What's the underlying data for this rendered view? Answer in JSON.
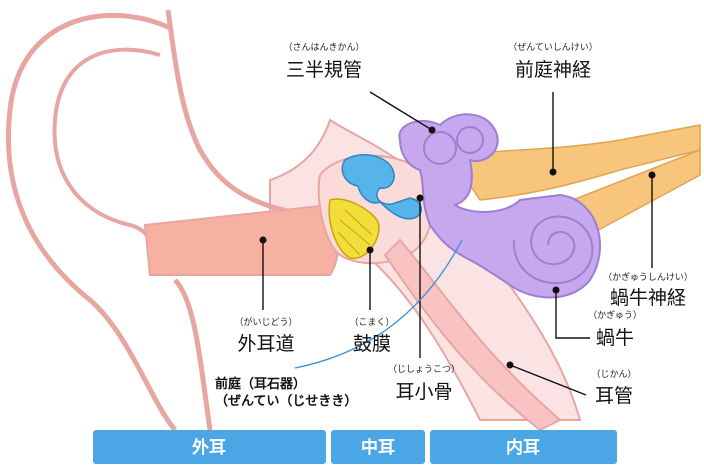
{
  "labels": {
    "semicircular_canals": {
      "furigana": "（さんはんきかん）",
      "text": "三半規管"
    },
    "vestibular_nerve": {
      "furigana": "（ぜんていしんけい）",
      "text": "前庭神経"
    },
    "cochlear_nerve": {
      "furigana": "（かぎゅうしんけい）",
      "text": "蝸牛神経"
    },
    "cochlea": {
      "furigana": "（かぎゅう）",
      "text": "蝸牛"
    },
    "external_canal": {
      "furigana": "（がいじどう）",
      "text": "外耳道"
    },
    "eardrum": {
      "furigana": "（こまく）",
      "text": "鼓膜"
    },
    "ossicles": {
      "furigana": "（じしょうこつ）",
      "text": "耳小骨"
    },
    "eustachian_tube": {
      "furigana": "（じかん）",
      "text": "耳管"
    },
    "vestibule": {
      "line1": "前庭（耳石器）",
      "line2": "（ぜんてい（じせきき）"
    }
  },
  "sections": {
    "outer": "外耳",
    "middle": "中耳",
    "inner": "内耳"
  },
  "colors": {
    "skin_outline": "#e8a6a2",
    "canal_fill": "#f7b1a1",
    "bone_pink": "#f6c9c9",
    "ossicle_blue": "#56b4ea",
    "eardrum_yellow": "#f2de3a",
    "inner_ear_lilac": "#c7a7ee",
    "nerve_orange": "#f8c57c",
    "section_band": "#4aa6e4"
  }
}
